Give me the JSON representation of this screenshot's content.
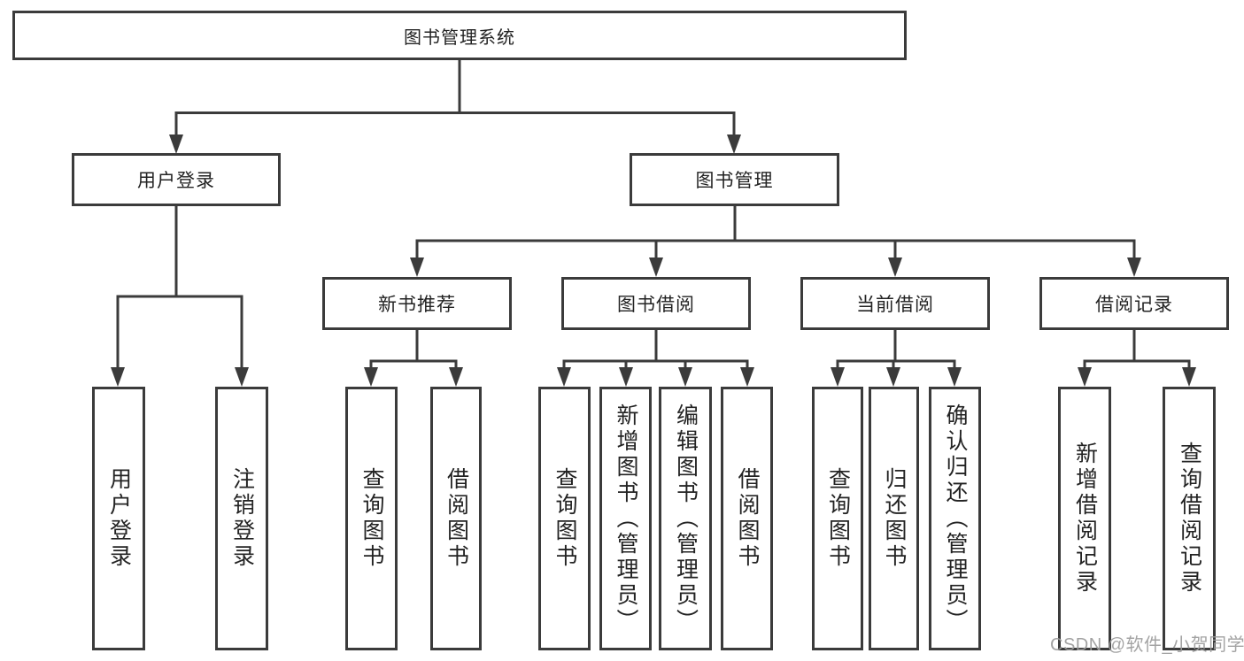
{
  "diagram": {
    "tree": {
      "root": {
        "label": "图书管理系统",
        "children": [
          {
            "label": "用户登录",
            "children": [
              {
                "label": "用户登录"
              },
              {
                "label": "注销登录"
              }
            ]
          },
          {
            "label": "图书管理",
            "children": [
              {
                "label": "新书推荐",
                "children": [
                  {
                    "label": "查询图书"
                  },
                  {
                    "label": "借阅图书"
                  }
                ]
              },
              {
                "label": "图书借阅",
                "children": [
                  {
                    "label": "查询图书"
                  },
                  {
                    "label": "新增图书（管理员）"
                  },
                  {
                    "label": "编辑图书（管理员）"
                  },
                  {
                    "label": "借阅图书"
                  }
                ]
              },
              {
                "label": "当前借阅",
                "children": [
                  {
                    "label": "查询图书"
                  },
                  {
                    "label": "归还图书"
                  },
                  {
                    "label": "确认归还（管理员）"
                  }
                ]
              },
              {
                "label": "借阅记录",
                "children": [
                  {
                    "label": "新增借阅记录"
                  },
                  {
                    "label": "查询借阅记录"
                  }
                ]
              }
            ]
          }
        ]
      }
    },
    "watermark": "CSDN @软件_小贺同学",
    "colors": {
      "line": "#3b3b3b",
      "box_border": "#3b3b3b",
      "text": "#232323",
      "watermark": "#9c9c9c",
      "background": "#ffffff"
    }
  }
}
